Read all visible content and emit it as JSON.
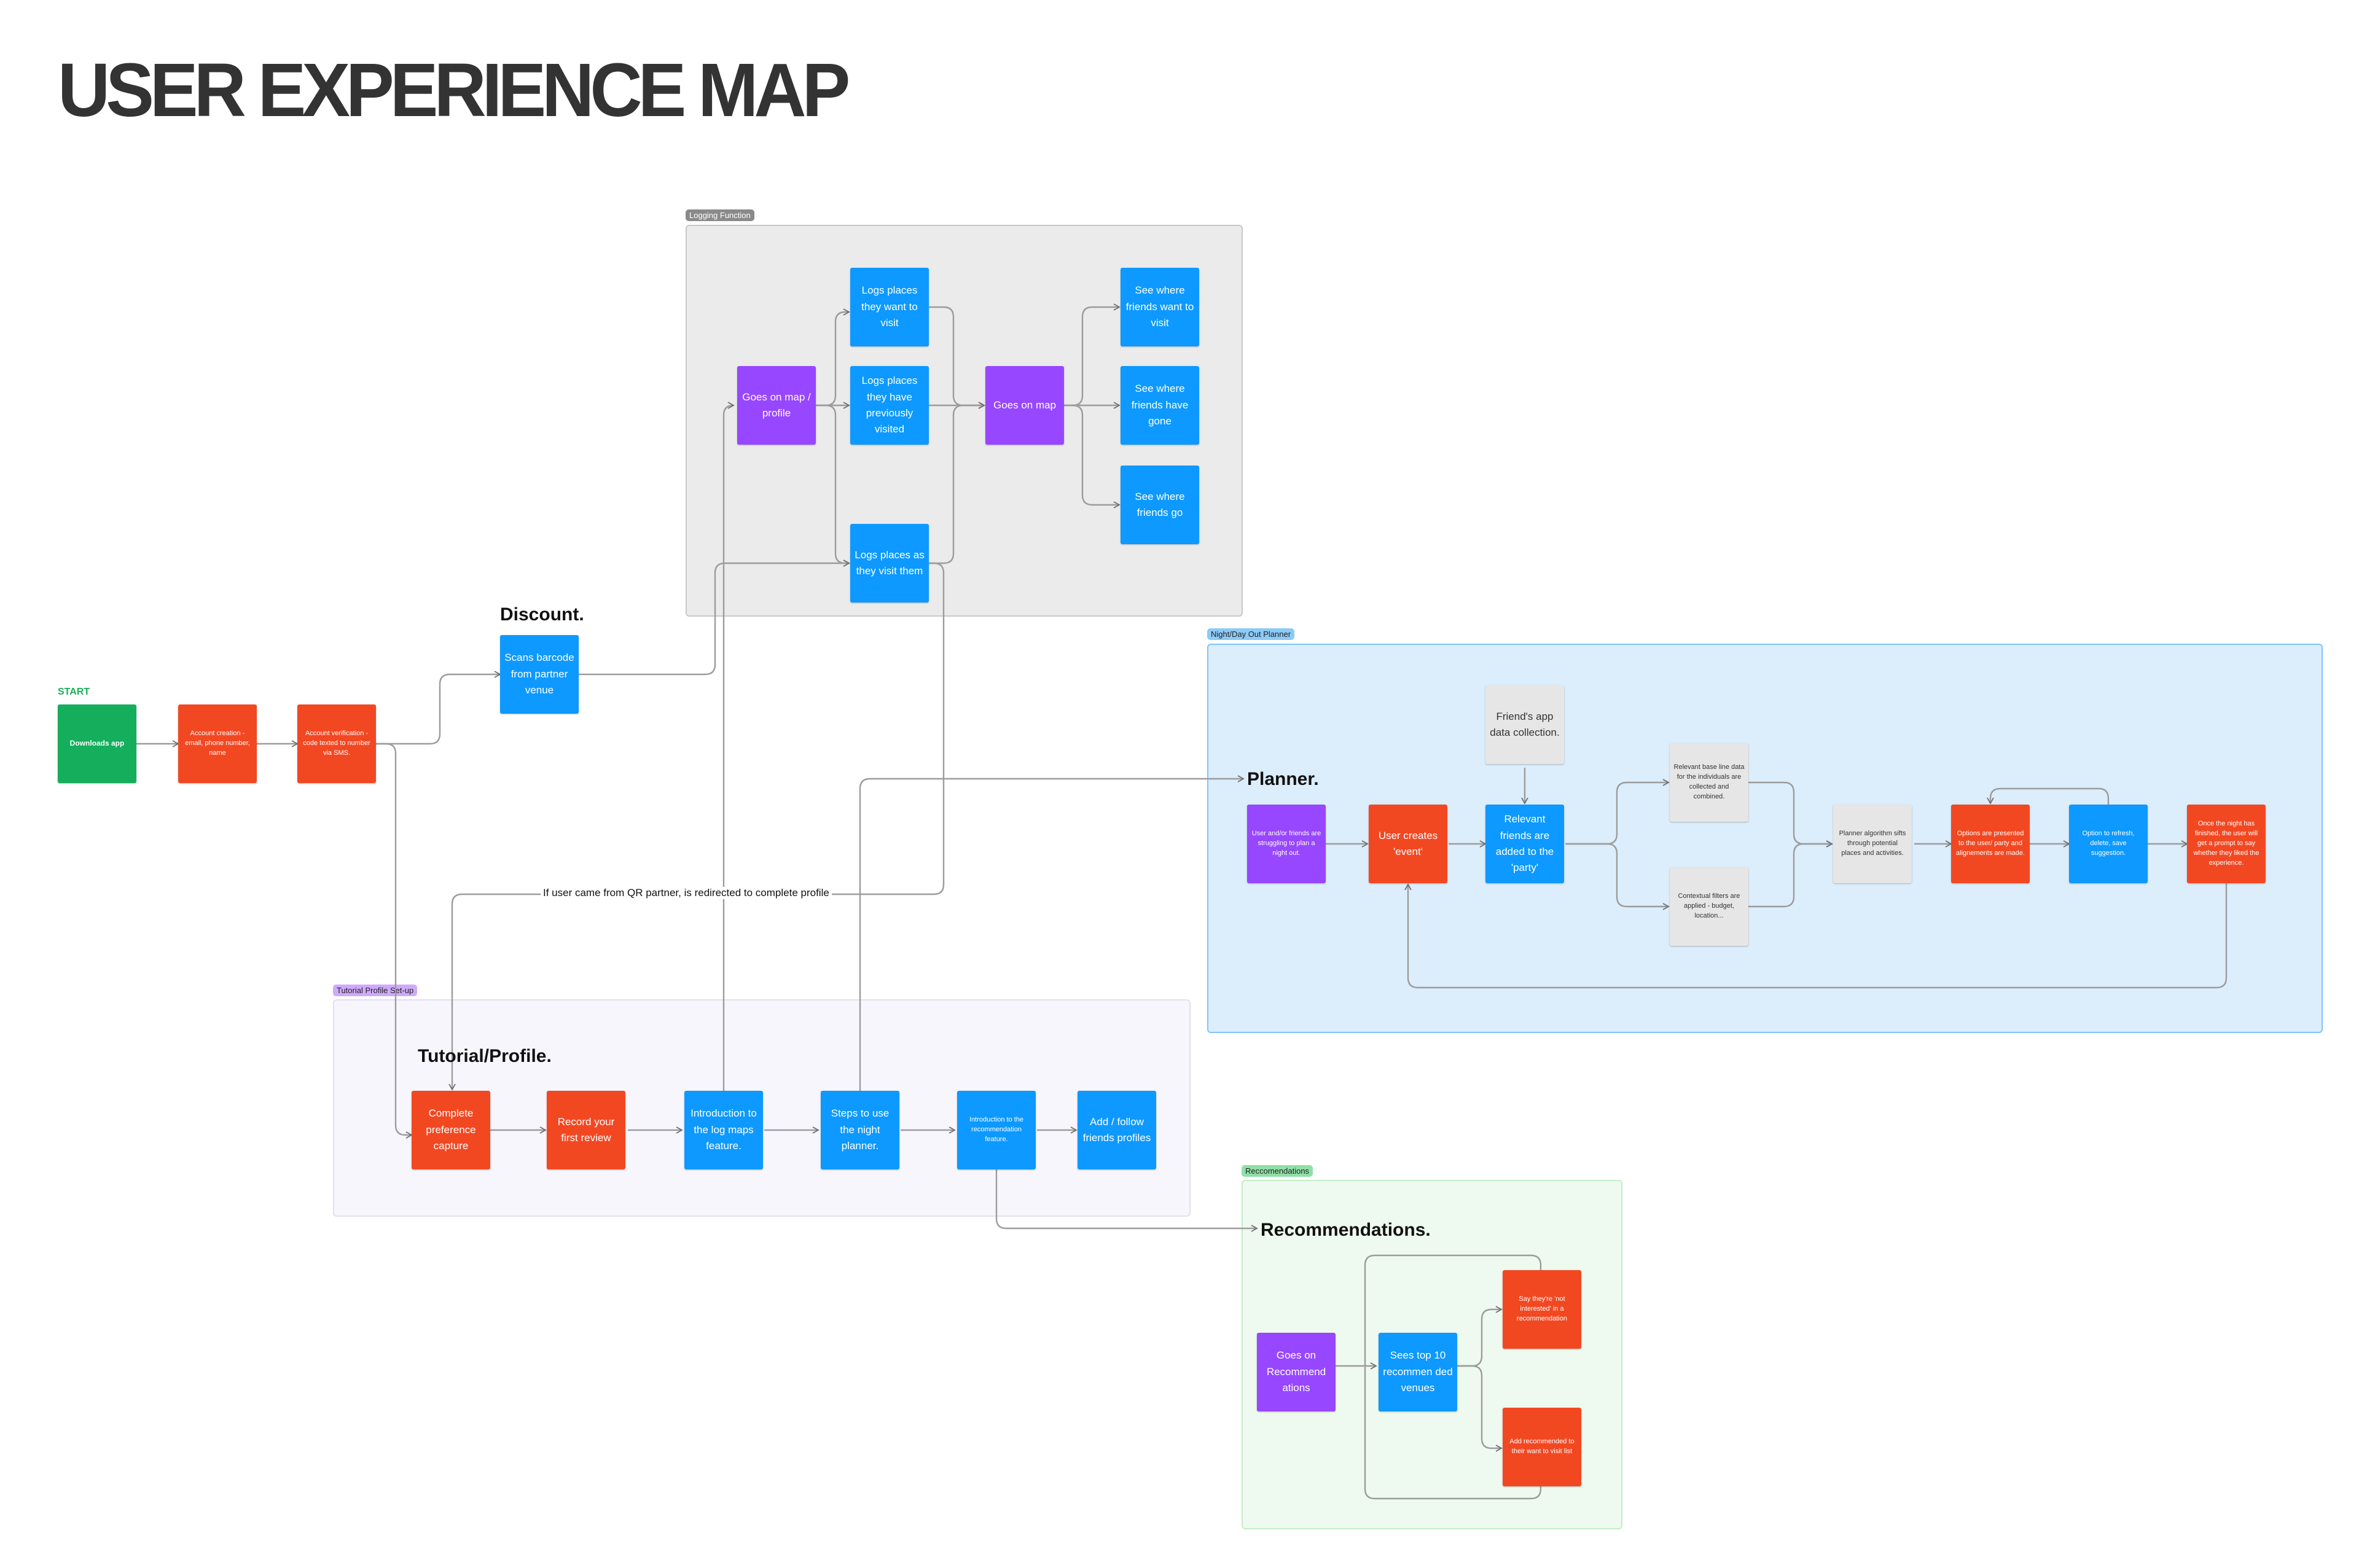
{
  "title": "USER EXPERIENCE MAP",
  "start_label": "START",
  "groups": {
    "logging": "Logging Function",
    "planner": "Night/Day Out Planner",
    "tutorial": "Tutorial Profile Set-up",
    "recommendations": "Reccomendations"
  },
  "headings": {
    "discount": "Discount.",
    "planner": "Planner.",
    "tutorial": "Tutorial/Profile.",
    "recommendations": "Recommendations."
  },
  "nodes": {
    "downloads_app": "Downloads app",
    "account_creation": "Account creation - email, phone number, name",
    "account_verification": "Account verification - code texted to number via SMS.",
    "scans_barcode": "Scans barcode from partner venue",
    "goes_on_map_profile": "Goes on map / profile",
    "logs_want": "Logs places they want to visit",
    "logs_previously": "Logs places they have previously visited",
    "logs_as_visit": "Logs places as they visit them",
    "goes_on_map": "Goes on map",
    "see_want": "See where friends want to visit",
    "see_gone": "See where friends have gone",
    "see_go": "See where friends go",
    "friends_app_data": "Friend's app data collection.",
    "user_struggling": "User and/or friends are struggling to plan a night out.",
    "user_creates_event": "User creates 'event'",
    "relevant_friends": "Relevant friends are added to the 'party'",
    "relevant_base_line": "Relevant base line data for the individuals are collected and combined.",
    "contextual_filters": "Contextual filters are applied - budget, location...",
    "planner_algorithm": "Planner algorithm sifts through potential places and activities.",
    "options_presented": "Options are presented to the user/ party and alignements are made.",
    "option_refresh": "Option to refresh, delete, save suggestion.",
    "once_night_finished": "Once the night has finished, the user will get a prompt to say whether they liked the experience.",
    "complete_preference": "Complete preference capture",
    "record_review": "Record your first review",
    "intro_log_maps": "Introduction to the log maps feature.",
    "steps_night_planner": "Steps to use the night planner.",
    "intro_recommendation": "Introduction to the recommendation feature.",
    "add_follow": "Add / follow friends profiles",
    "goes_on_recommendations": "Goes on Recommend ations",
    "sees_top_10": "Sees top 10 recommen ded venues",
    "say_not_interested": "Say they're 'not interested' in a recommendation",
    "add_recommended": "Add recommended to their want to visit list"
  },
  "qr_note": "If user came from QR partner, is redirected to complete profile",
  "colors": {
    "green": "#14ae5c",
    "red": "#f24822",
    "blue": "#0d99ff",
    "purple": "#9747ff",
    "grey": "#e6e6e6",
    "title": "#333333"
  }
}
